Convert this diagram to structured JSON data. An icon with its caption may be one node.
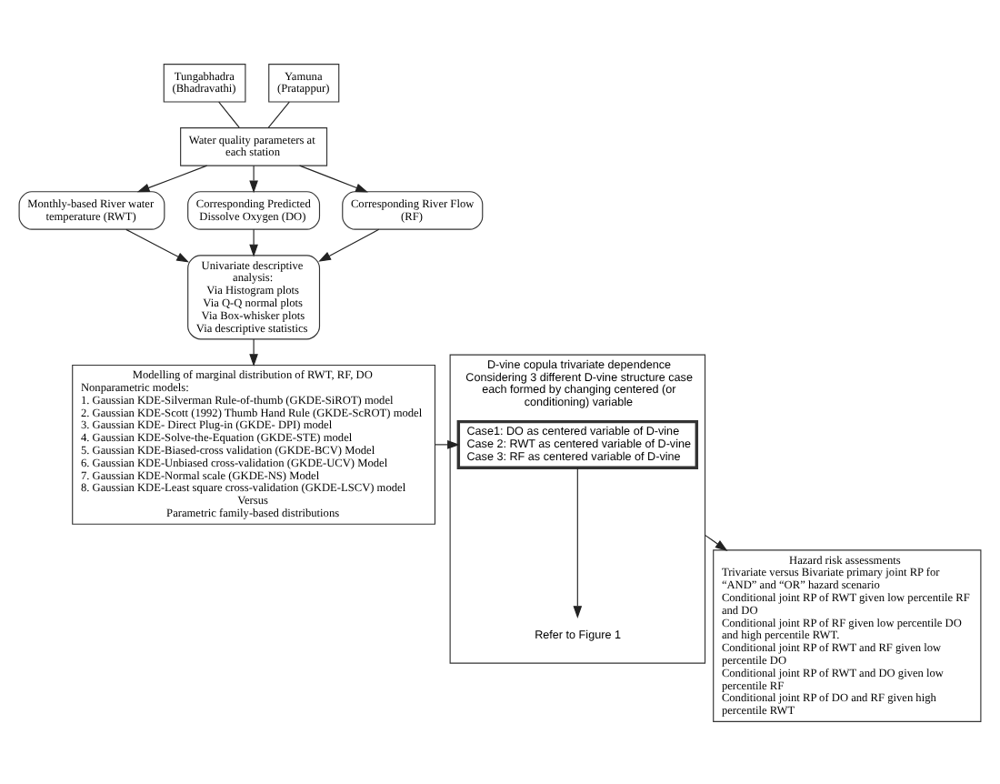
{
  "diagram": {
    "nodes": [
      {
        "text": [
          "Tungabhadra (Bhadravathi)"
        ]
      },
      {
        "text": [
          "Yamuna (Pratappur)"
        ]
      },
      {
        "text": [
          "Water quality parameters at each station"
        ]
      },
      {
        "text": [
          "Monthly-based River water temperature (RWT)"
        ]
      },
      {
        "text": [
          "Corresponding Predicted Dissolve Oxygen (DO)"
        ]
      },
      {
        "text": [
          "Corresponding River Flow (RF)"
        ]
      },
      {
        "text": [
          "Univariate descriptive analysis:",
          "Via Histogram plots",
          "Via Q-Q normal plots",
          "Via Box-whisker plots",
          "Via descriptive statistics"
        ]
      },
      {
        "text": [
          "Modelling of marginal distribution of RWT, RF, DO",
          "Nonparametric models:",
          "1. Gaussian KDE-Silverman Rule-of-thumb (GKDE-SiROT) model",
          "2. Gaussian KDE-Scott (1992) Thumb Hand Rule (GKDE-ScROT) model",
          "3. Gaussian KDE- Direct Plug-in (GKDE- DPI) model",
          "4. Gaussian KDE-Solve-the-Equation (GKDE-STE) model",
          "5. Gaussian KDE-Biased-cross validation (GKDE-BCV) Model",
          "6. Gaussian KDE-Unbiased cross-validation (GKDE-UCV) Model",
          "7. Gaussian KDE-Normal scale (GKDE-NS) Model",
          "8. Gaussian KDE-Least square cross-validation (GKDE-LSCV) model",
          "Versus",
          "Parametric family-based distributions"
        ]
      },
      {
        "text": [
          "D-vine copula trivariate dependence",
          "Considering 3 different D-vine structure case each formed by changing centered (or conditioning) variable"
        ]
      },
      {
        "text": [
          "Case1: DO as centered variable of D-vine",
          "Case 2: RWT as centered variable of D-vine",
          "Case 3: RF as centered variable of D-vine"
        ],
        "in": 8
      },
      {
        "text": [
          "Refer to Figure 1"
        ],
        "in": 8
      },
      {
        "text": [
          "Hazard risk assessments",
          "Trivariate versus Bivariate primary joint RP for “AND” and “OR” hazard scenario",
          "Conditional joint RP of RWT given low percentile RF and DO",
          "Conditional joint RP of RF given low percentile DO and high percentile RWT.",
          "Conditional joint RP of RWT and RF given low percentile DO",
          "Conditional joint RP of RWT and DO given low percentile RF",
          "Conditional joint RP of DO and RF given high percentile RWT"
        ]
      }
    ],
    "edges": [
      {
        "from": 0,
        "to": 2,
        "arrow": "none"
      },
      {
        "from": 1,
        "to": 2,
        "arrow": "none"
      },
      {
        "from": 2,
        "to": 3,
        "arrow": "to"
      },
      {
        "from": 2,
        "to": 4,
        "arrow": "to"
      },
      {
        "from": 2,
        "to": 5,
        "arrow": "to"
      },
      {
        "from": 3,
        "to": 6,
        "arrow": "to"
      },
      {
        "from": 4,
        "to": 6,
        "arrow": "to"
      },
      {
        "from": 5,
        "to": 6,
        "arrow": "to"
      },
      {
        "from": 6,
        "to": 7,
        "arrow": "to"
      },
      {
        "from": 7,
        "to": 9,
        "arrow": "to"
      },
      {
        "from": 9,
        "to": 10,
        "arrow": "to"
      },
      {
        "from": 8,
        "to": 11,
        "arrow": "to"
      }
    ]
  }
}
